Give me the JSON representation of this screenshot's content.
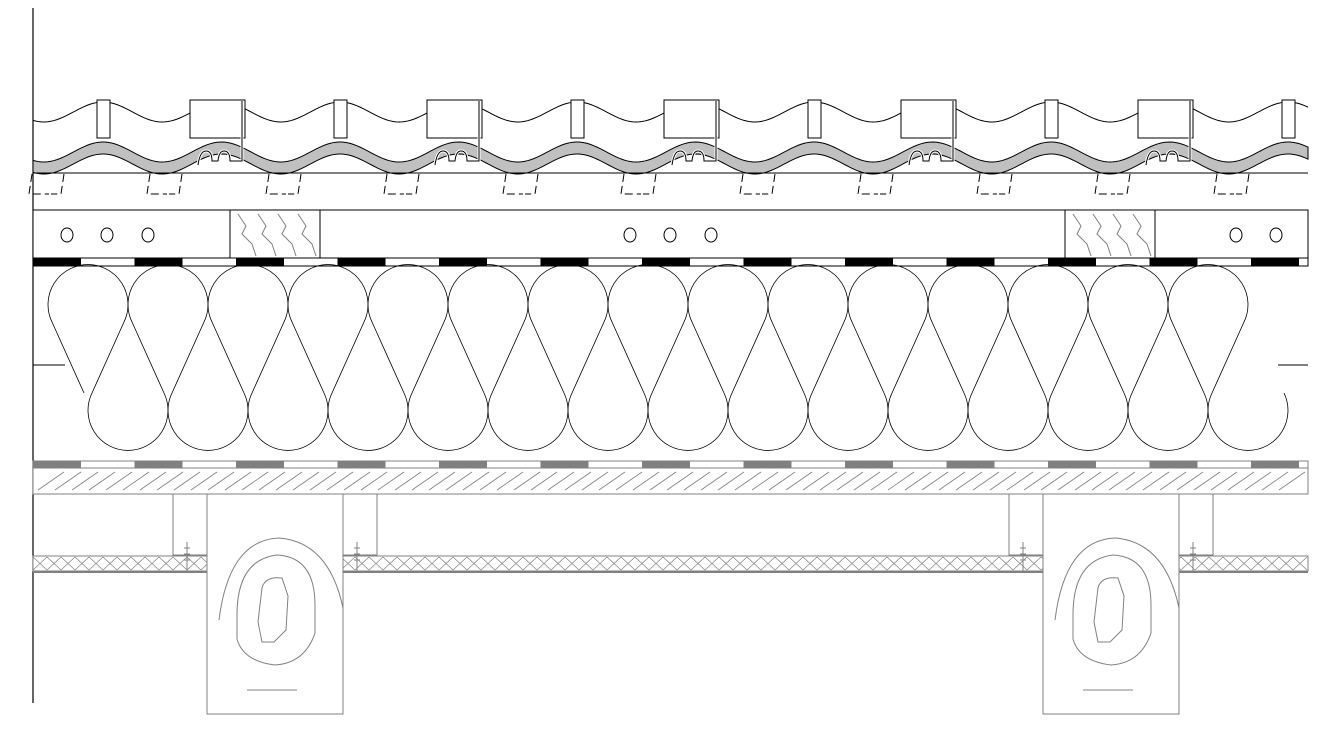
{
  "drawing": {
    "subject": "roof-section",
    "colors": {
      "line": "#000000",
      "tile_fill": "#c0c0c0",
      "wood_grain": "#808080",
      "membrane_dark": "#000000",
      "vapour_layer": "#808080"
    },
    "rafter_count": 2,
    "tile_count": 6
  }
}
